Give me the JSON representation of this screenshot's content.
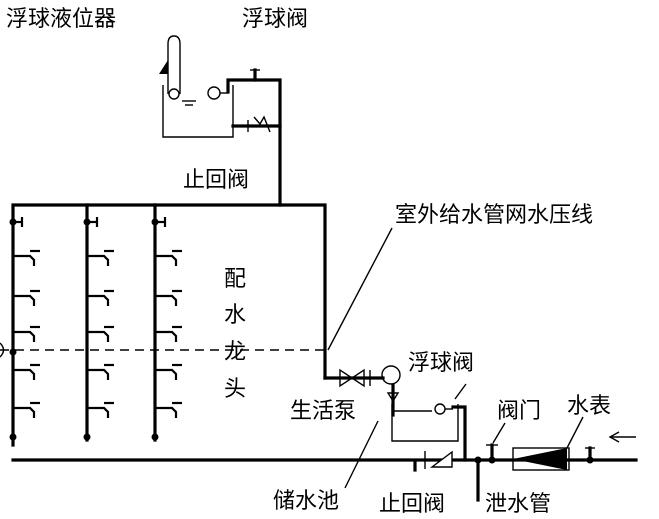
{
  "labels": {
    "float_level_gauge": "浮球液位器",
    "float_valve_top": "浮球阀",
    "check_valve_top": "止回阀",
    "outdoor_pressure_line": "室外给水管网水压线",
    "faucets_char1": "配",
    "faucets_char2": "水",
    "faucets_char3": "龙",
    "faucets_char4": "头",
    "float_valve_bottom": "浮球阀",
    "domestic_pump": "生活泵",
    "gate_valve": "阀门",
    "water_meter": "水表",
    "storage_tank": "储水池",
    "check_valve_bottom": "止回阀",
    "drain_pipe": "泄水管"
  }
}
